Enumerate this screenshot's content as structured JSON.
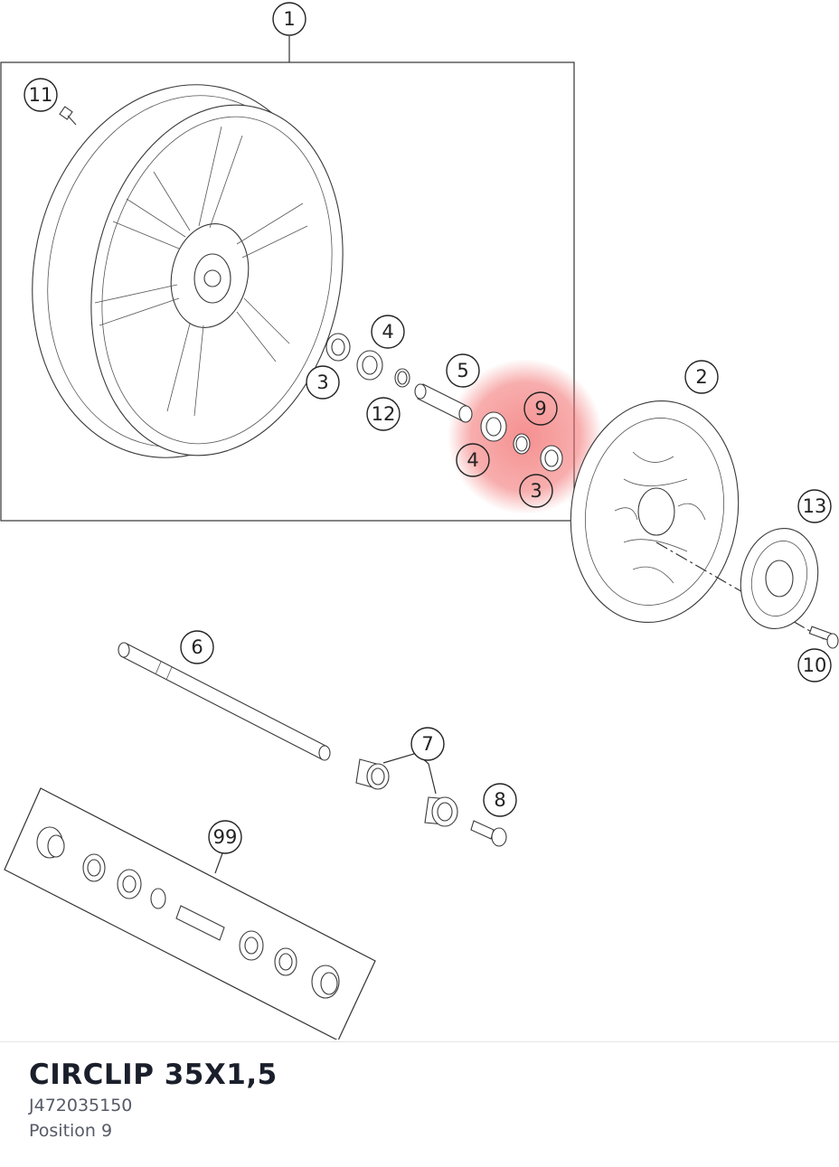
{
  "callouts": [
    {
      "label": "1"
    },
    {
      "label": "11"
    },
    {
      "label": "4"
    },
    {
      "label": "3"
    },
    {
      "label": "12"
    },
    {
      "label": "5"
    },
    {
      "label": "9"
    },
    {
      "label": "4"
    },
    {
      "label": "3"
    },
    {
      "label": "2"
    },
    {
      "label": "13"
    },
    {
      "label": "10"
    },
    {
      "label": "6"
    },
    {
      "label": "7"
    },
    {
      "label": "8"
    },
    {
      "label": "99"
    }
  ],
  "highlight": {
    "color": "#f26b6b",
    "position": "9"
  },
  "part": {
    "name": "CIRCLIP 35X1,5",
    "number": "J472035150",
    "position": "Position 9"
  }
}
